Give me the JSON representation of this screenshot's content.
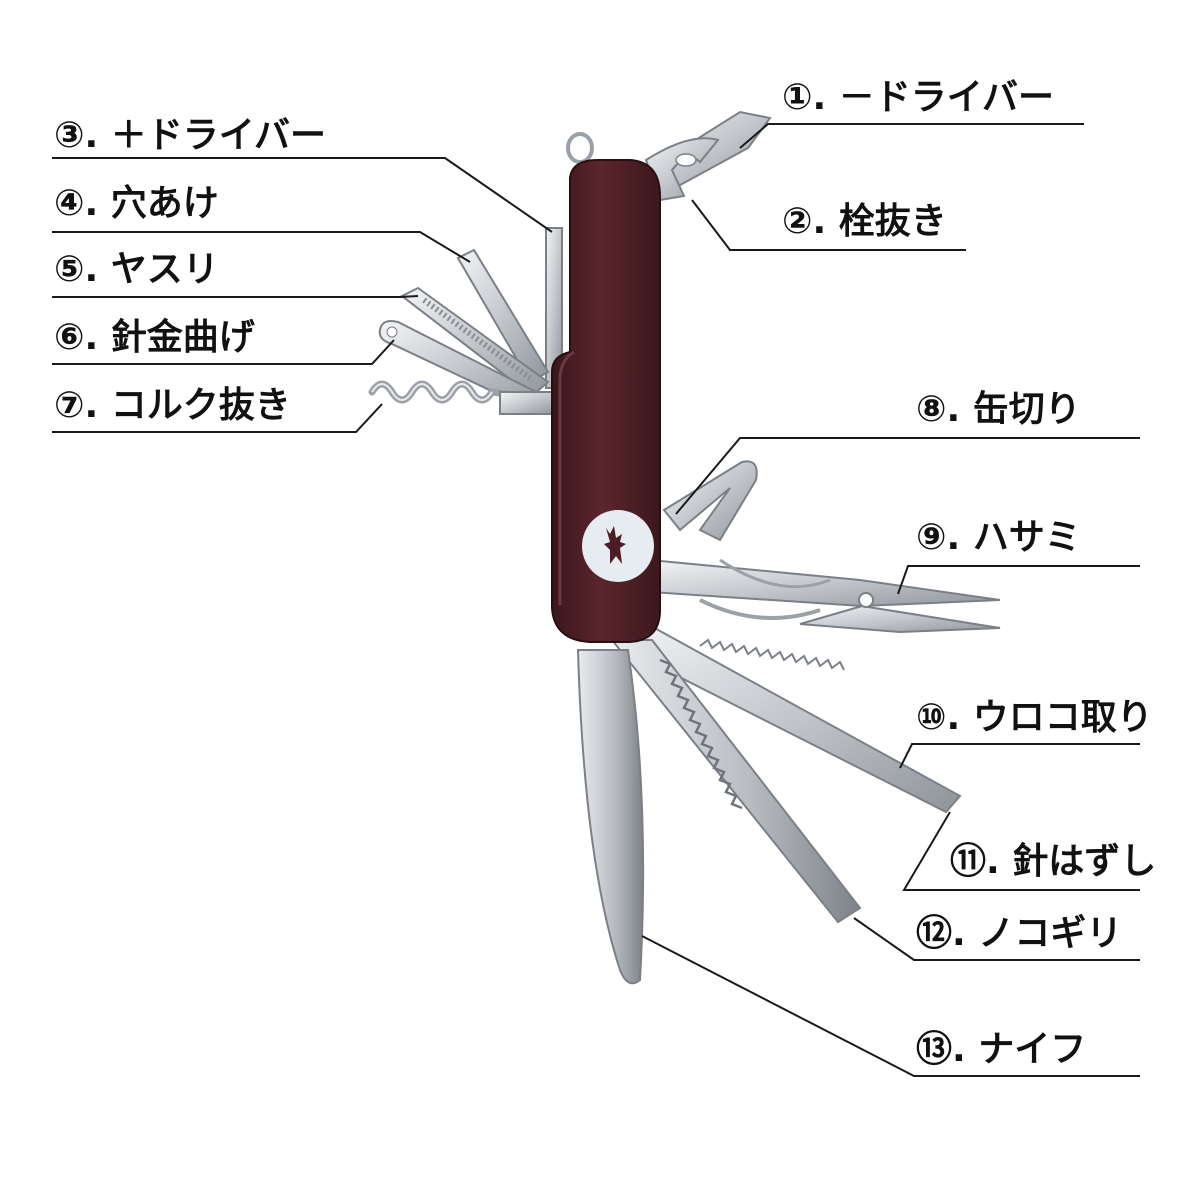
{
  "colors": {
    "handle": "#4a1e24",
    "handle_highlight": "#6a3238",
    "steel": "#c9ccd0",
    "steel_dark": "#8e9297",
    "steel_light": "#eef0f2",
    "leader": "#1a1a1a",
    "text": "#111111",
    "logo": "#e7ecf1"
  },
  "logo": {
    "name": "deer-emblem"
  },
  "labels": {
    "l1": "①. －ドライバー",
    "l2": "②. 栓抜き",
    "l3": "③. ＋ドライバー",
    "l4": "④. 穴あけ",
    "l5": "⑤. ヤスリ",
    "l6": "⑥. 針金曲げ",
    "l7": "⑦. コルク抜き",
    "l8": "⑧. 缶切り",
    "l9": "⑨. ハサミ",
    "l10": "⑩. ウロコ取り",
    "l11": "⑪. 針はずし",
    "l12": "⑫. ノコギリ",
    "l13": "⑬. ナイフ"
  }
}
